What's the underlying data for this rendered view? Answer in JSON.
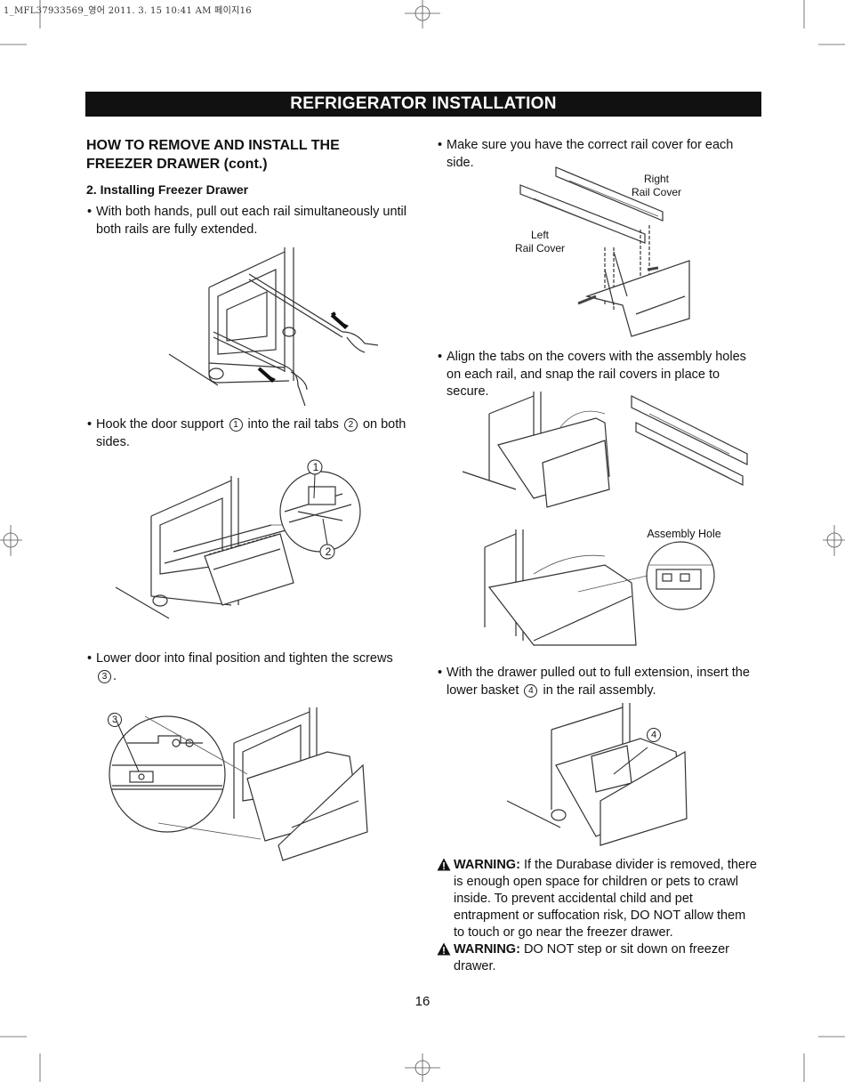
{
  "print_header": "1_MFL37933569_영어  2011. 3. 15  10:41 AM  페이지16",
  "banner_title": "REFRIGERATOR INSTALLATION",
  "section_title": "HOW TO REMOVE AND INSTALL THE FREEZER DRAWER (cont.)",
  "subsection_title": "2. Installing Freezer Drawer",
  "left_column": {
    "bullet_1": "With both hands, pull out each rail simultaneously until both rails are fully extended.",
    "bullet_2_a": "Hook the door support ",
    "bullet_2_b": " into the rail tabs ",
    "bullet_2_c": " on both sides.",
    "bullet_3_a": "Lower door into final position and tighten the screws ",
    "bullet_3_b": "."
  },
  "right_column": {
    "bullet_1": "Make sure you have the correct rail cover for each side.",
    "label_right_rail_cover": "Right\nRail Cover",
    "label_left_rail_cover": "Left\nRail Cover",
    "bullet_2": "Align the tabs on the covers with the assembly holes on each rail, and snap the rail covers in place to secure.",
    "label_assembly_hole": "Assembly Hole",
    "bullet_3_a": "With the drawer pulled out to full extension, insert the lower basket ",
    "bullet_3_b": " in the rail assembly."
  },
  "callouts": {
    "c1": "1",
    "c2": "2",
    "c3": "3",
    "c4": "4"
  },
  "warnings": [
    {
      "label": "WARNING:",
      "text": " If the Durabase divider is removed, there is enough open space for children or pets to crawl inside. To prevent accidental child and pet entrapment or suffocation risk, DO NOT allow them to touch or go near the freezer drawer."
    },
    {
      "label": "WARNING:",
      "text": " DO NOT step or sit down on freezer drawer."
    }
  ],
  "page_number": "16",
  "bullet_char": "•",
  "colors": {
    "banner_bg": "#111111",
    "banner_text": "#ffffff"
  }
}
